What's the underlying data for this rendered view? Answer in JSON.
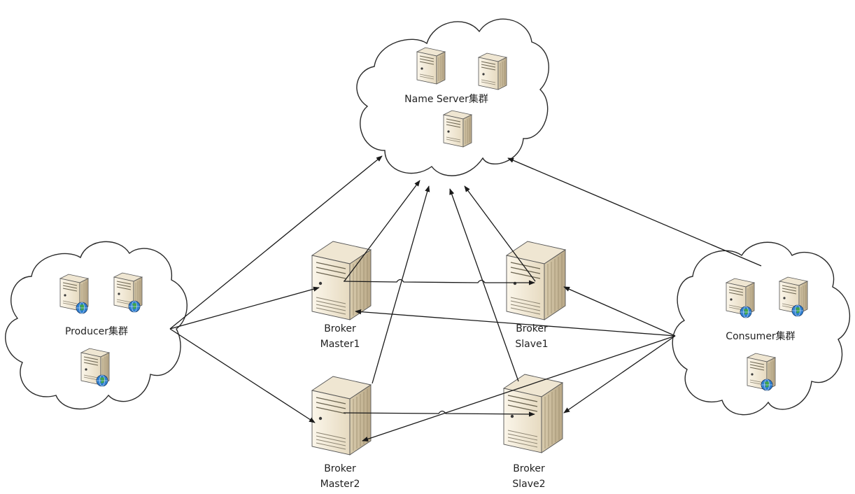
{
  "clusters": {
    "name_server": {
      "label": "Name Server集群"
    },
    "producer": {
      "label": "Producer集群"
    },
    "consumer": {
      "label": "Consumer集群"
    }
  },
  "brokers": {
    "master1": {
      "line1": "Broker",
      "line2": "Master1"
    },
    "slave1": {
      "line1": "Broker",
      "line2": "Slave1"
    },
    "master2": {
      "line1": "Broker",
      "line2": "Master2"
    },
    "slave2": {
      "line1": "Broker",
      "line2": "Slave2"
    }
  },
  "icons": {
    "server": "server-icon",
    "server_with_globe": "server-globe-icon",
    "broker": "broker-server-icon"
  },
  "colors": {
    "server_body": "#f1e8d6",
    "server_shade": "#d2c4a6",
    "globe": "#2f7fd0",
    "line": "#1a1a1a"
  }
}
